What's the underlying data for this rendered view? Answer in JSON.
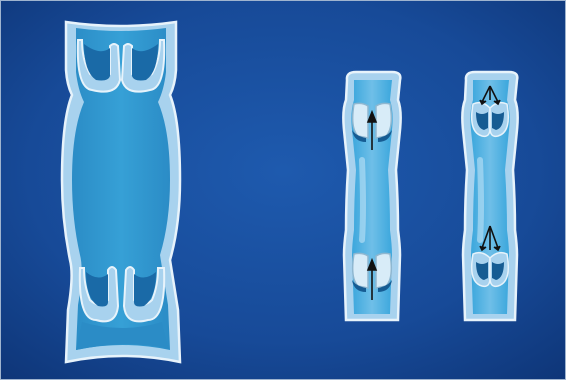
{
  "diagram": {
    "subject": "vein valves",
    "panels": [
      {
        "id": "large-vein-section",
        "valves": 2,
        "flow_arrows": 0,
        "state": "empty"
      },
      {
        "id": "vein-valves-open",
        "valves": 2,
        "flow_arrows": 2,
        "arrow_style": "straight",
        "state": "open"
      },
      {
        "id": "vein-valves-closed",
        "valves": 2,
        "flow_arrows": 2,
        "arrow_style": "split",
        "state": "closed"
      }
    ]
  },
  "colors": {
    "background_dark": "#0e3577",
    "background_light": "#1e5aae",
    "vessel_wall": "#a8d2ee",
    "wall_outline": "#e7f3fb",
    "lumen": "#2f97cf",
    "lumen_light": "#7fc6ea",
    "valve_shadow": "#0f4f86",
    "arrow": "#111111"
  }
}
